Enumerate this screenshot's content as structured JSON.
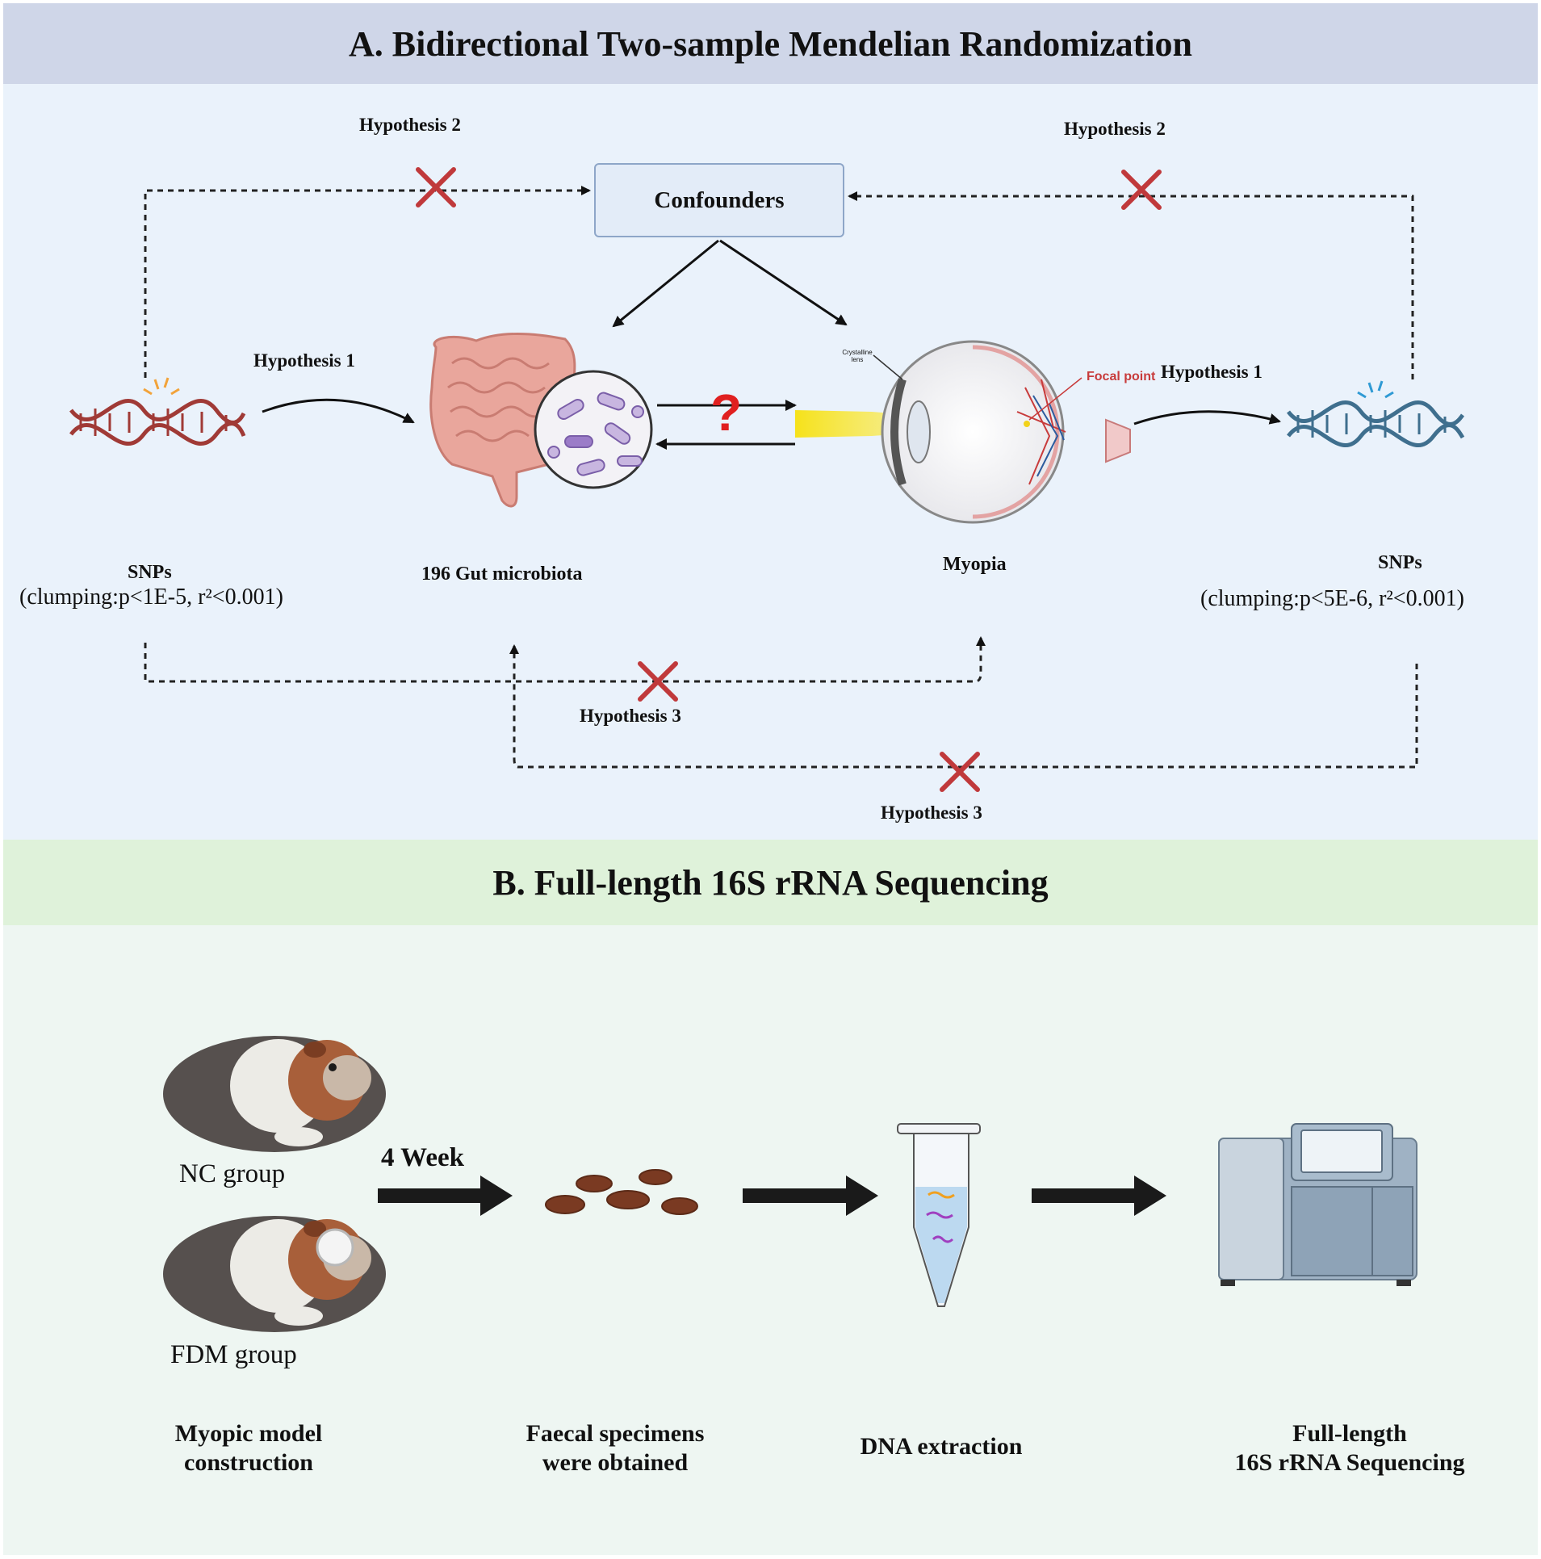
{
  "panel_a": {
    "title": "A. Bidirectional Two-sample  Mendelian Randomization",
    "confounders": "Confounders",
    "hypothesis_1": "Hypothesis 1",
    "hypothesis_2": "Hypothesis 2",
    "hypothesis_3": "Hypothesis 3",
    "snps": "SNPs",
    "clumping_left": "(clumping:p<1E-5, r²<0.001)",
    "clumping_right": "(clumping:p<5E-6, r²<0.001)",
    "gut_microbiota": "196 Gut microbiota",
    "myopia": "Myopia",
    "question_mark": "?",
    "focal_point": "Focal point",
    "crystalline_lens": "Crystalline lens"
  },
  "panel_b": {
    "title": "B. Full-length 16S rRNA Sequencing",
    "nc_group": "NC group",
    "fdm_group": "FDM group",
    "duration": "4 Week",
    "step_1": "Myopic model\nconstruction",
    "step_2": "Faecal specimens\nwere obtained",
    "step_3": "DNA extraction",
    "step_4": "Full-length\n16S rRNA Sequencing"
  },
  "colors": {
    "panel_a_banner": "#cfd6e8",
    "panel_a_bg": "#eaf2fb",
    "panel_b_banner": "#dff2da",
    "panel_b_bg": "#eef6f2",
    "cross": "#c0393b",
    "dna_left": "#a03a36",
    "dna_right": "#3f6f8e"
  }
}
